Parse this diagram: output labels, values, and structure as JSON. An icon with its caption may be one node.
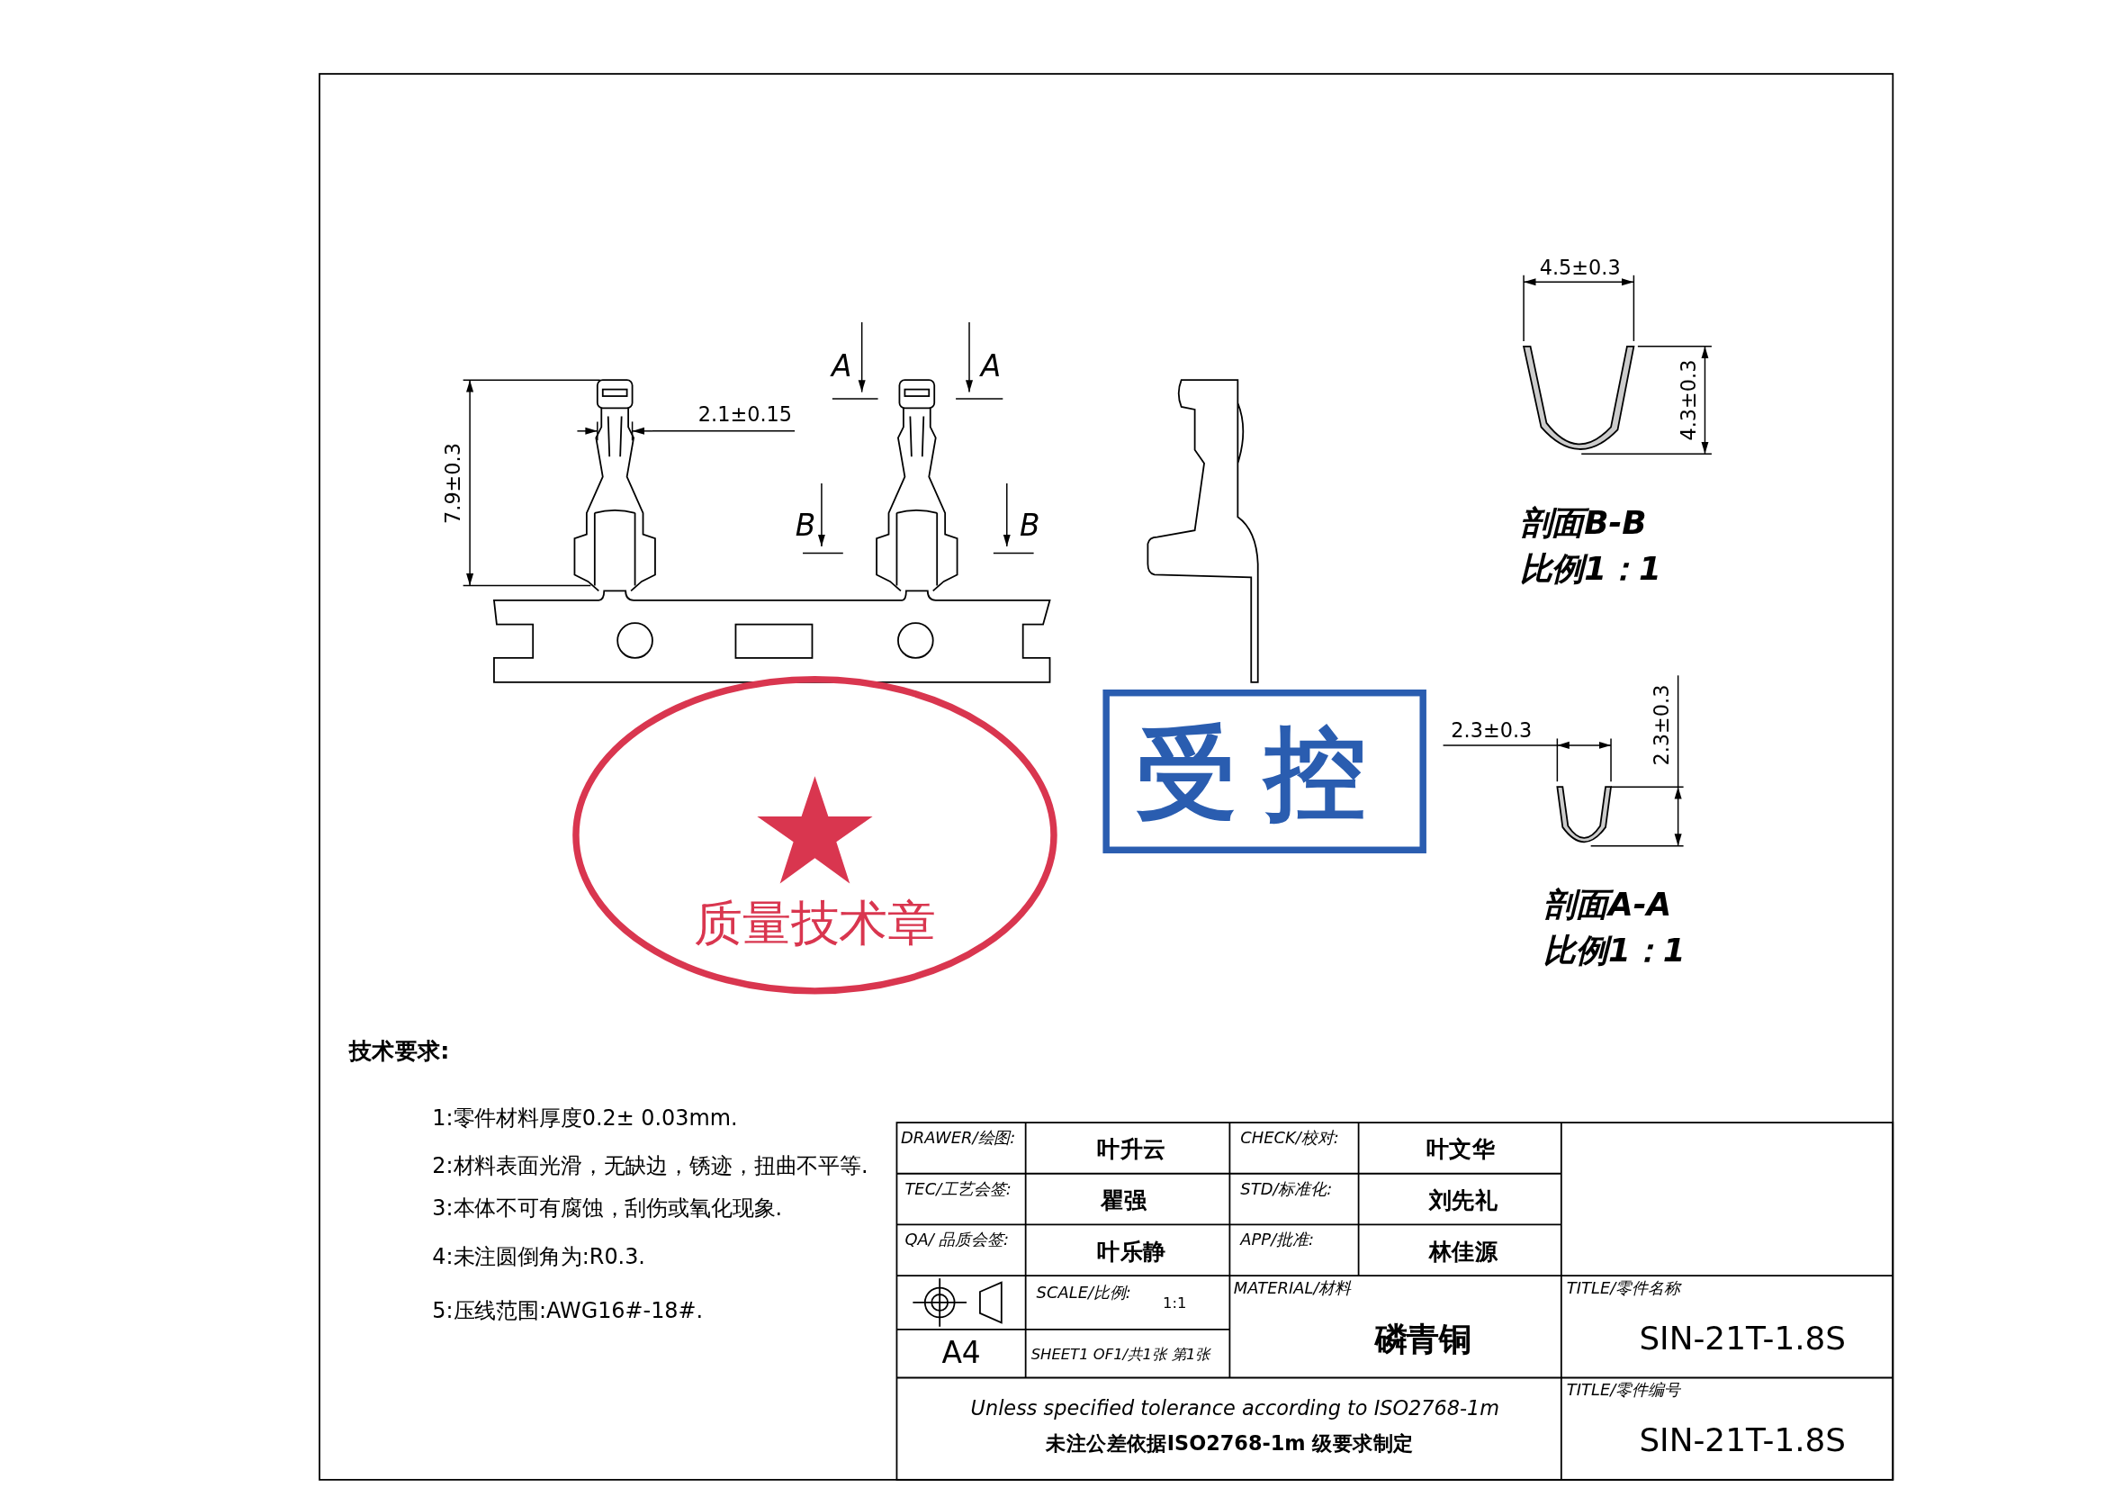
{
  "diagram": {
    "labels": [
      "A",
      "A",
      "2.1±0.15",
      "7.9±0.3",
      "B",
      "B",
      "4.5±0.3",
      "4.3±0.3",
      "剖面B-B",
      "比例1：1",
      "2.3±0.3",
      "2.3±0.3",
      "受控",
      "质量技术章",
      "剖面A-A",
      "比例1：1",
      "技术要求:",
      "1:零件材料厚度0.2± 0.03mm.",
      "2:材料表面光滑，无缺边，锈迹，扭曲不平等.",
      "3:本体不可有腐蚀，刮伤或氧化现象.",
      "4:未注圆倒角为:R0.3.",
      "5:压线范围:AWG16#-18#.",
      "DRAWER/绘图:",
      "叶升云",
      "CHECK/校对:",
      "叶文华",
      "TEC/工艺会签:",
      "瞿强",
      "STD/标准化:",
      "刘先礼",
      "QA/ 品质会签:",
      "叶乐静",
      "APP/批准:",
      "林佳源",
      "SCALE/比例:",
      "1:1",
      "MATERIAL/材料",
      "磷青铜",
      "TITLE/零件名称",
      "SIN-21T-1.8S",
      "A4",
      "SHEET1 OF1/共1张 第1张",
      "Unless specified tolerance according to ISO2768-1m",
      "未注公差依据ISO2768-1m 级要求制定",
      "TITLE/零件编号",
      "SIN-21T-1.8S"
    ]
  }
}
